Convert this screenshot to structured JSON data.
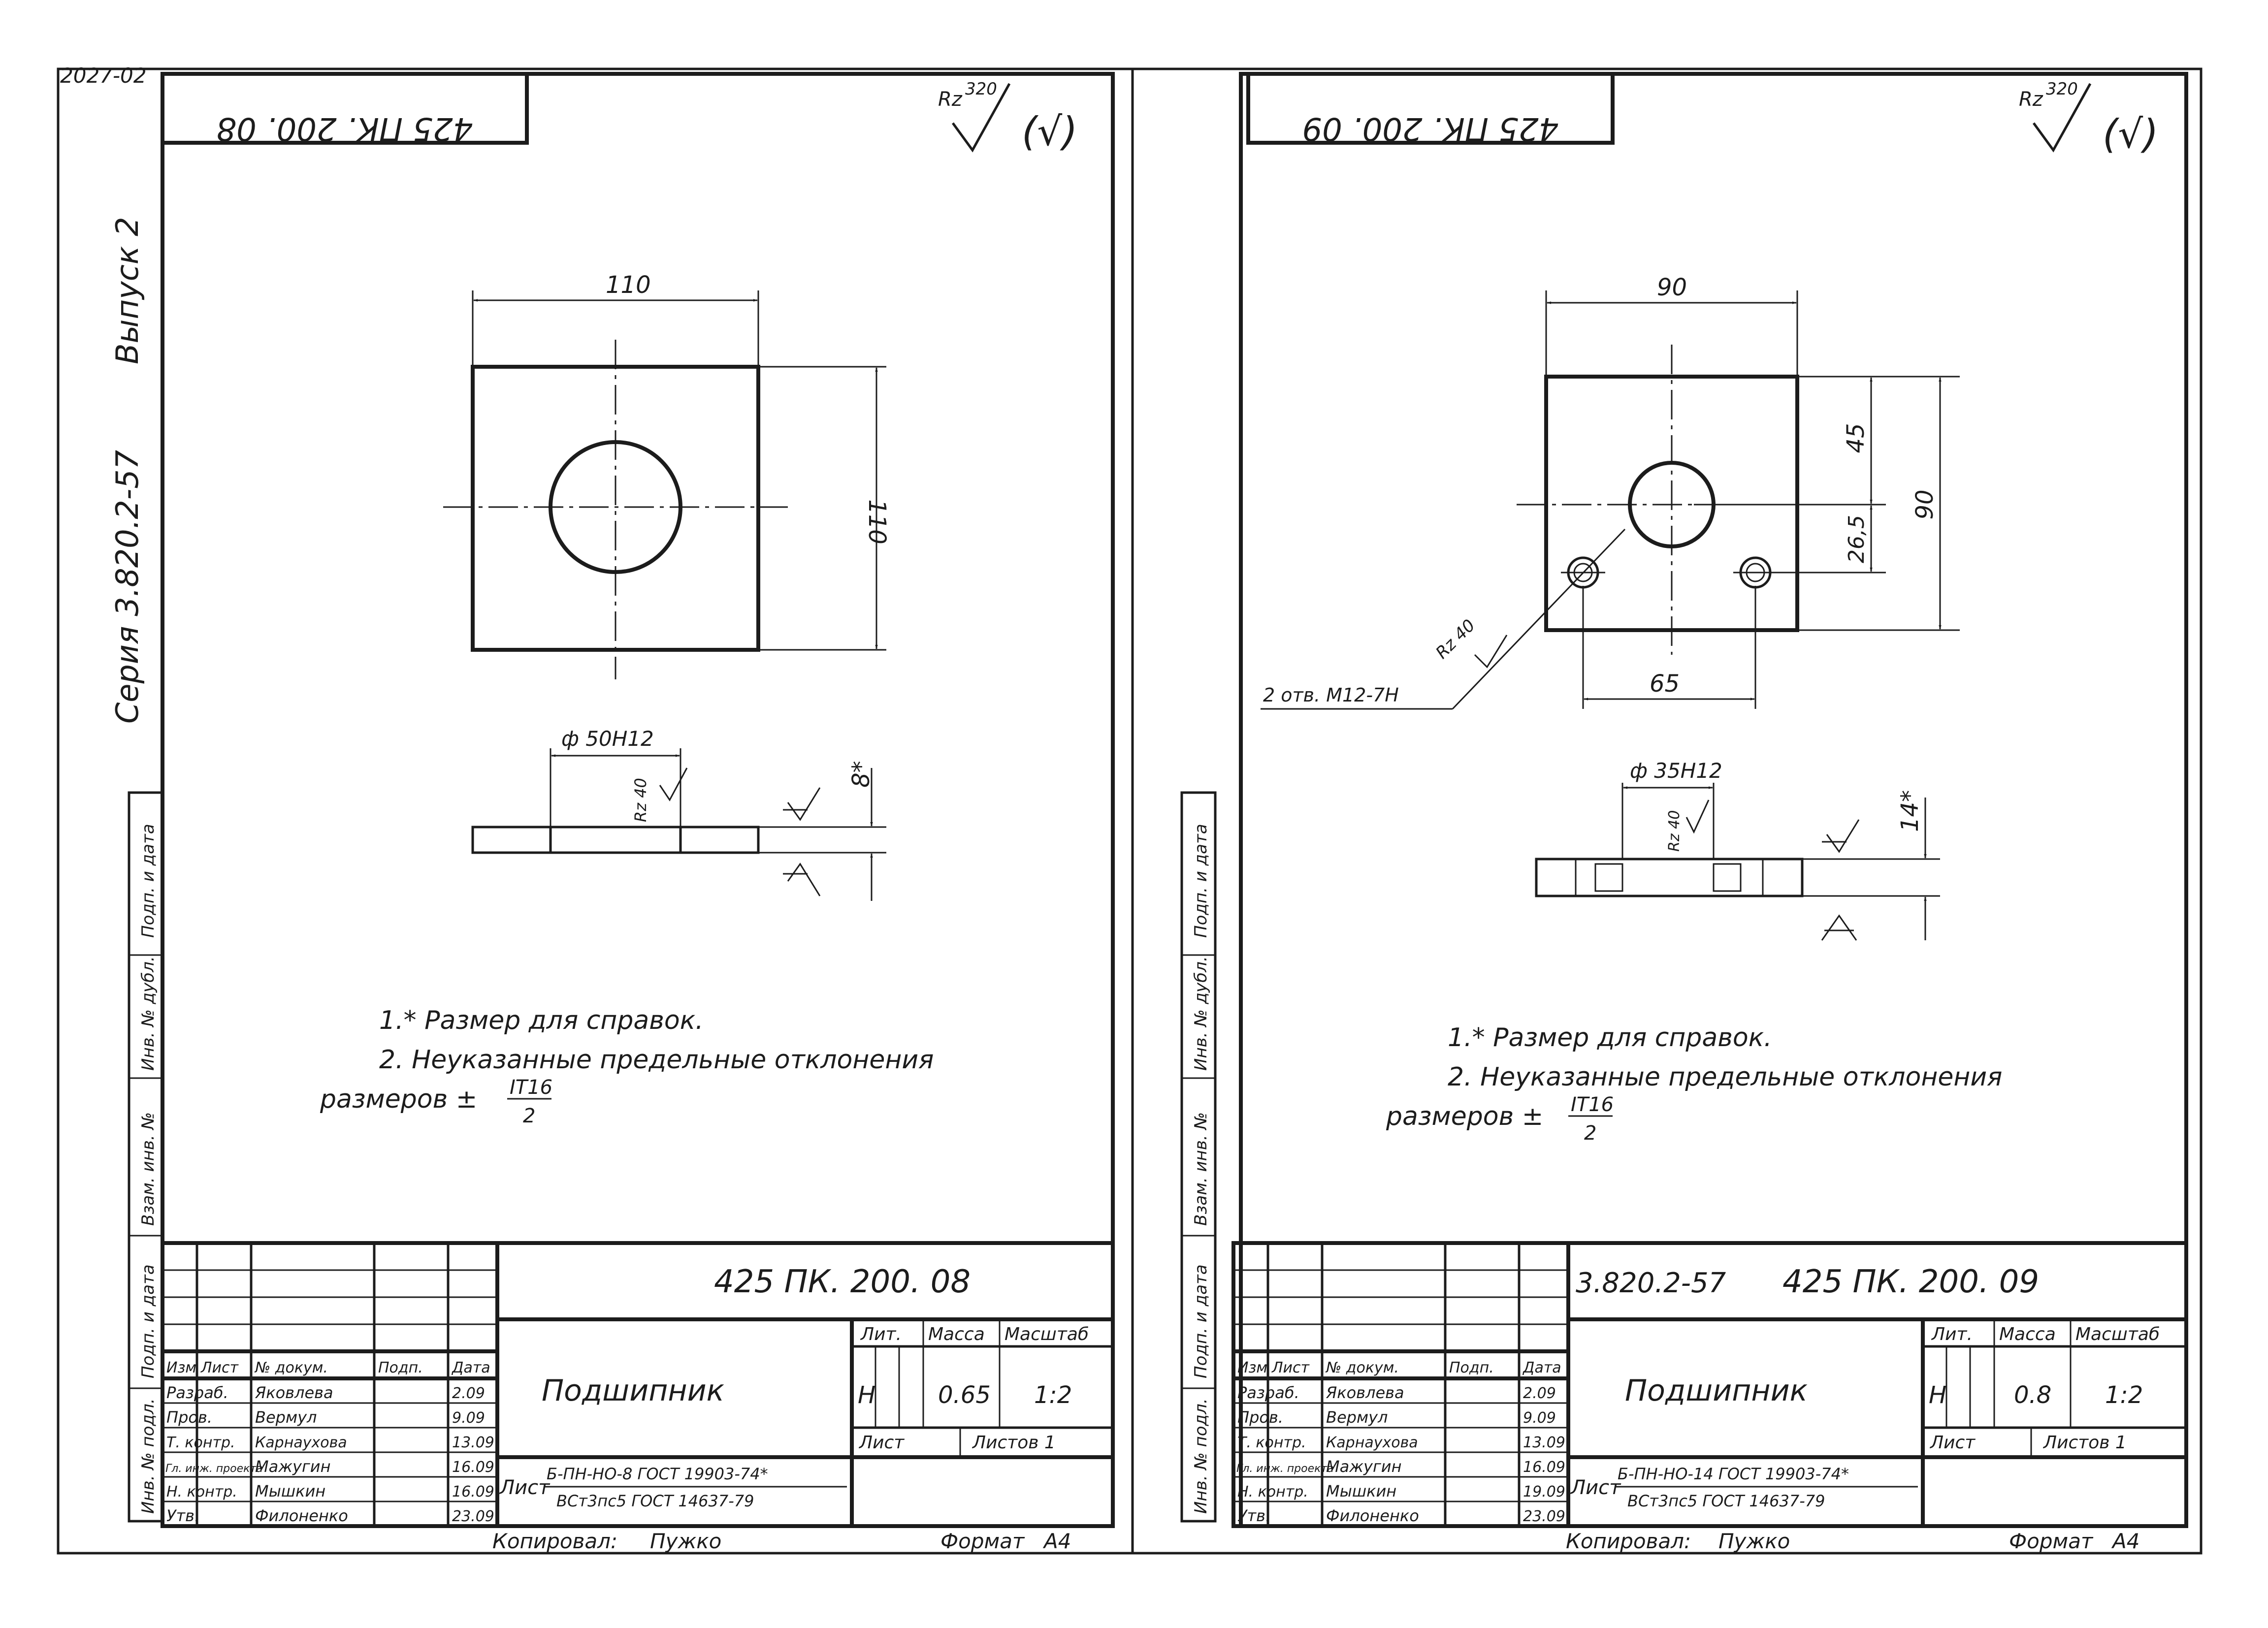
{
  "corner_mark": "2027-02",
  "binding_strip": {
    "series_text": "Серия 3.820.2-57",
    "issue_text": "Выпуск 2",
    "fields": [
      "Подп. и дата",
      "Инв. № дубл.",
      "Взам. инв. №",
      "Подп. и дата",
      "Инв. № подл."
    ]
  },
  "footer": {
    "copied_label": "Копировал:",
    "copied_name": "Пужко",
    "format_label": "Формат",
    "format_value": "А4"
  },
  "roughness_general": {
    "label": "Rz",
    "value": "320",
    "suffix": "(√)"
  },
  "title_block_headers": {
    "izm": "Изм",
    "list": "Лист",
    "doc_no": "№ докум.",
    "sign": "Подп.",
    "date": "Дата",
    "lit": "Лит.",
    "mass": "Масса",
    "scale": "Масштаб",
    "sheet": "Лист",
    "sheets": "Листов 1"
  },
  "sheets": [
    {
      "doc_code": "425 ПК. 200. 08",
      "doc_code_top": "425 ПК. 200. 08",
      "series_prefix": "",
      "part_name": "Подшипник",
      "lit": "Н",
      "mass": "0.65",
      "scale": "1:2",
      "material_prefix": "Лист",
      "material_line1": "Б-ПН-НО-8 ГОСТ 19903-74*",
      "material_line2": "ВСт3пс5 ГОСТ 14637-79",
      "roles": [
        {
          "role": "Разраб.",
          "name": "Яковлева",
          "date": "2.09"
        },
        {
          "role": "Пров.",
          "name": "Вермул",
          "date": "9.09"
        },
        {
          "role": "Т. контр.",
          "name": "Карнаухова",
          "date": "13.09"
        },
        {
          "role": "Гл. инж. проекта",
          "name": "Мажугин",
          "date": "16.09"
        },
        {
          "role": "Н. контр.",
          "name": "Мышкин",
          "date": "16.09"
        },
        {
          "role": "Утв.",
          "name": "Филоненко",
          "date": "23.09"
        }
      ],
      "dims": {
        "width": "110",
        "height": "110",
        "hole": "ф 50Н12",
        "thickness": "8*",
        "rz_hole": "Rz 40"
      },
      "notes": [
        "1.* Размер для справок.",
        "2. Неуказанные предельные отклонения",
        "размеров ±",
        "IT16",
        "2"
      ]
    },
    {
      "doc_code": "425 ПК. 200. 09",
      "doc_code_top": "425 ПК. 200. 09",
      "series_prefix": "3.820.2-57",
      "part_name": "Подшипник",
      "lit": "Н",
      "mass": "0.8",
      "scale": "1:2",
      "material_prefix": "Лист",
      "material_line1": "Б-ПН-НО-14 ГОСТ 19903-74*",
      "material_line2": "ВСт3пс5 ГОСТ 14637-79",
      "roles": [
        {
          "role": "Разраб.",
          "name": "Яковлева",
          "date": "2.09"
        },
        {
          "role": "Пров.",
          "name": "Вермул",
          "date": "9.09"
        },
        {
          "role": "Т. контр.",
          "name": "Карнаухова",
          "date": "13.09"
        },
        {
          "role": "Гл. инж. проекта",
          "name": "Мажугин",
          "date": "16.09"
        },
        {
          "role": "Н. контр.",
          "name": "Мышкин",
          "date": "19.09"
        },
        {
          "role": "Утв.",
          "name": "Филоненко",
          "date": "23.09"
        }
      ],
      "dims": {
        "width": "90",
        "height": "90",
        "upper": "45",
        "lower": "26,5",
        "spacing": "65",
        "hole": "ф 35Н12",
        "thickness": "14*",
        "rz_hole": "Rz 40",
        "rz_thread": "Rz 40",
        "threads": "2 отв. М12-7Н"
      },
      "notes": [
        "1.* Размер для справок.",
        "2. Неуказанные предельные отклонения",
        "размеров ±",
        "IT16",
        "2"
      ]
    }
  ]
}
